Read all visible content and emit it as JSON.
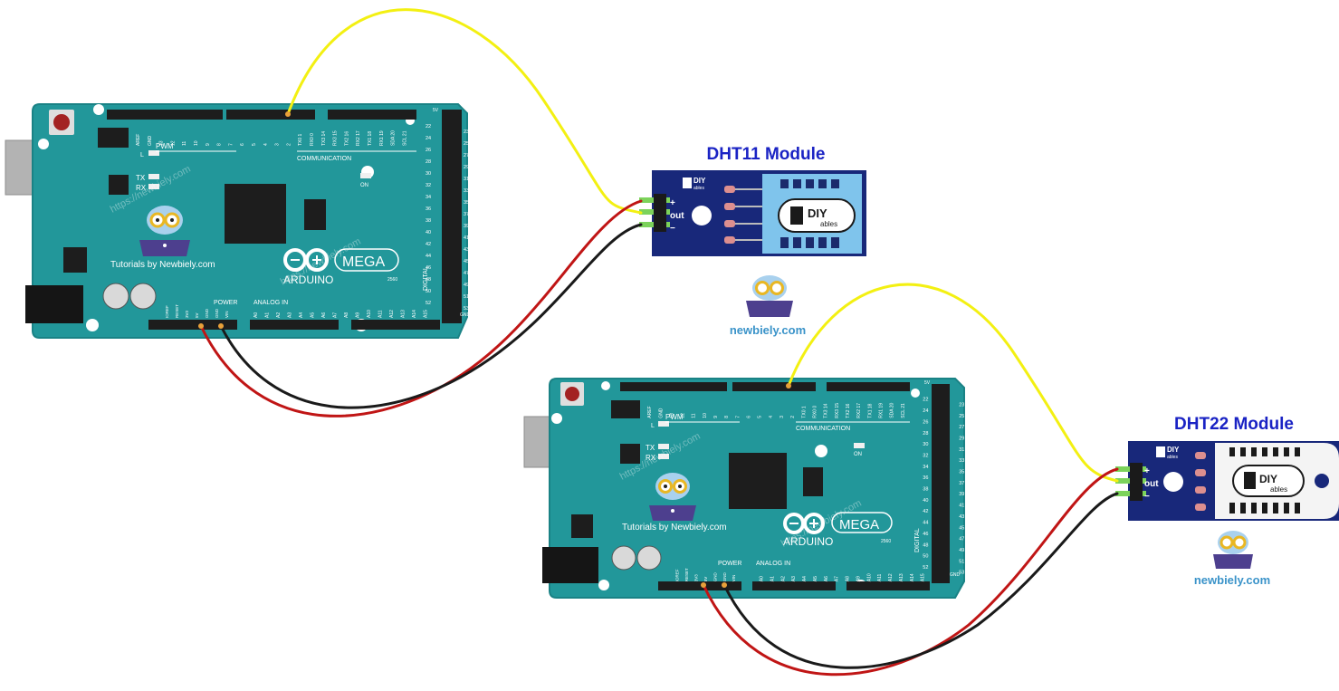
{
  "modules": [
    {
      "title": "DHT11 Module",
      "pins": [
        "+",
        "out",
        "−"
      ],
      "brand_small": "DIY",
      "brand_small_sub": "ables",
      "brand_logo": "DIY",
      "brand_logo_sub": "ables"
    },
    {
      "title": "DHT22 Module",
      "pins": [
        "+",
        "out",
        "−"
      ],
      "brand_small": "DIY",
      "brand_small_sub": "ables",
      "brand_logo": "DIY",
      "brand_logo_sub": "ables"
    }
  ],
  "boards": [
    {
      "tutorials": "Tutorials by Newbiely.com",
      "watermark": "https://newbiely.com",
      "logo": "ARDUINO",
      "model": "MEGA",
      "model_num": "2560",
      "communication": "COMMUNICATION",
      "pwm": "PWM",
      "power": "POWER",
      "analog_in": "ANALOG IN",
      "digital": "DIGITAL",
      "tx": "TX",
      "rx": "RX",
      "l": "L",
      "on": "ON",
      "gnd": "GND",
      "v5": "5V",
      "top_labels": [
        "AREF",
        "GND",
        "13",
        "12",
        "11",
        "10",
        "9",
        "8",
        "7",
        "6",
        "5",
        "4",
        "3",
        "2",
        "TX0 1",
        "RX0 0",
        "TX3 14",
        "RX3 15",
        "TX2 16",
        "RX2 17",
        "TX1 18",
        "RX1 19",
        "SDA 20",
        "SCL 21"
      ],
      "power_labels": [
        "IOREF",
        "RESET",
        "3V3",
        "5V",
        "GND",
        "GND",
        "VIN"
      ],
      "analog_labels": [
        "A0",
        "A1",
        "A2",
        "A3",
        "A4",
        "A5",
        "A6",
        "A7",
        "A8",
        "A9",
        "A10",
        "A11",
        "A12",
        "A13",
        "A14",
        "A15"
      ],
      "digital_labels_left": [
        "22",
        "24",
        "26",
        "28",
        "30",
        "32",
        "34",
        "36",
        "38",
        "40",
        "42",
        "44",
        "46",
        "48",
        "50",
        "52"
      ],
      "digital_labels_right": [
        "23",
        "25",
        "27",
        "29",
        "31",
        "33",
        "35",
        "37",
        "39",
        "41",
        "43",
        "45",
        "47",
        "49",
        "51",
        "53"
      ]
    },
    {
      "tutorials": "Tutorials by Newbiely.com",
      "watermark": "https://newbiely.com",
      "logo": "ARDUINO",
      "model": "MEGA",
      "model_num": "2560",
      "communication": "COMMUNICATION",
      "pwm": "PWM",
      "power": "POWER",
      "analog_in": "ANALOG IN",
      "digital": "DIGITAL",
      "tx": "TX",
      "rx": "RX",
      "l": "L",
      "on": "ON",
      "gnd": "GND",
      "v5": "5V",
      "top_labels": [
        "AREF",
        "GND",
        "13",
        "12",
        "11",
        "10",
        "9",
        "8",
        "7",
        "6",
        "5",
        "4",
        "3",
        "2",
        "TX0 1",
        "RX0 0",
        "TX3 14",
        "RX3 15",
        "TX2 16",
        "RX2 17",
        "TX1 18",
        "RX1 19",
        "SDA 20",
        "SCL 21"
      ],
      "power_labels": [
        "IOREF",
        "RESET",
        "3V3",
        "5V",
        "GND",
        "GND",
        "VIN"
      ],
      "analog_labels": [
        "A0",
        "A1",
        "A2",
        "A3",
        "A4",
        "A5",
        "A6",
        "A7",
        "A8",
        "A9",
        "A10",
        "A11",
        "A12",
        "A13",
        "A14",
        "A15"
      ],
      "digital_labels_left": [
        "22",
        "24",
        "26",
        "28",
        "30",
        "32",
        "34",
        "36",
        "38",
        "40",
        "42",
        "44",
        "46",
        "48",
        "50",
        "52"
      ],
      "digital_labels_right": [
        "23",
        "25",
        "27",
        "29",
        "31",
        "33",
        "35",
        "37",
        "39",
        "41",
        "43",
        "45",
        "47",
        "49",
        "51",
        "53"
      ]
    }
  ],
  "mascot_labels": [
    "newbiely.com",
    "newbiely.com"
  ],
  "colors": {
    "board": "#22979a",
    "board_dark": "#157a7c",
    "module": "#18287a",
    "sensor_dht11": "#7fc4ec",
    "sensor_dht22": "#f4f4f4",
    "wire_signal": "#f3f012",
    "wire_power": "#c01515",
    "wire_ground": "#1a1a1a",
    "title": "#1a23c4"
  }
}
